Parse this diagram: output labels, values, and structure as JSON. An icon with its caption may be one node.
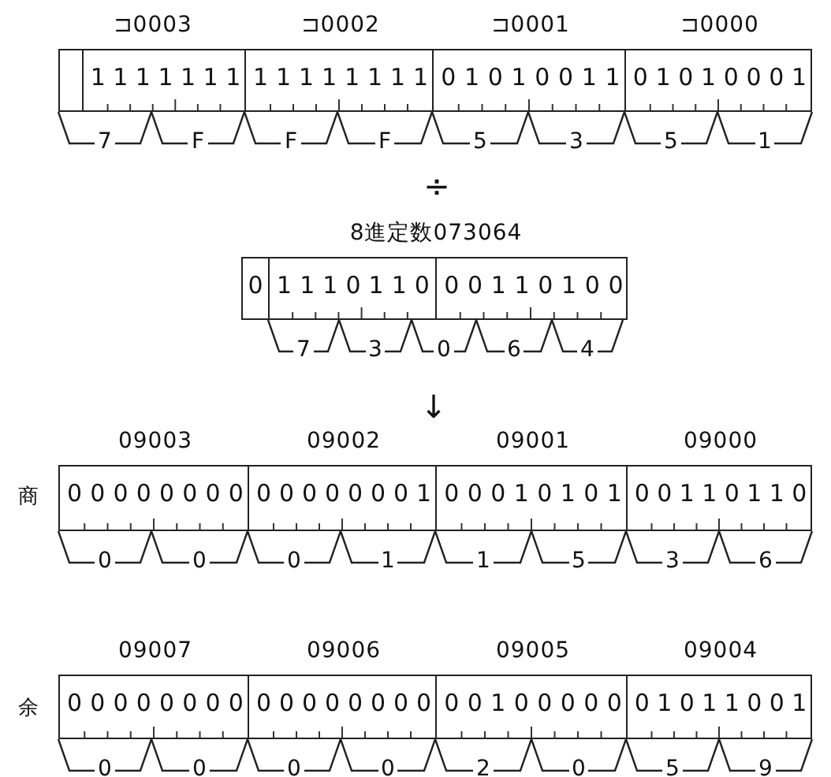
{
  "diagram": {
    "nodes": [
      {
        "text": [],
        "shape": "box"
      },
      {
        "text": [
          "⊐0003",
          "1111111"
        ]
      },
      {
        "text": [
          "⊐0002",
          "11111111"
        ]
      },
      {
        "text": [
          "⊐0001",
          "01010011"
        ]
      },
      {
        "text": [
          "⊐0000",
          "01010001"
        ]
      },
      {
        "text": [
          "8進定数073064"
        ]
      },
      {
        "text": [
          "0"
        ],
        "in": 5
      },
      {
        "text": [
          "1110110"
        ],
        "in": 5
      },
      {
        "text": [
          "00110100"
        ],
        "in": 5
      },
      {
        "text": [
          "09003",
          "00000000"
        ]
      },
      {
        "text": [
          "09002",
          "00000001"
        ]
      },
      {
        "text": [
          "09001",
          "00010101"
        ]
      },
      {
        "text": [
          "09000",
          "00110110"
        ]
      },
      {
        "text": [
          "09007",
          "00000000"
        ]
      },
      {
        "text": [
          "09006",
          "00000000"
        ]
      },
      {
        "text": [
          "09005",
          "00100000"
        ]
      },
      {
        "text": [
          "09004",
          "01011001"
        ]
      }
    ],
    "labels": [
      "7",
      "F",
      "F",
      "F",
      "5",
      "3",
      "5",
      "1",
      "÷",
      "7",
      "3",
      "0",
      "6",
      "4",
      "↓",
      "商",
      "0",
      "0",
      "0",
      "1",
      "1",
      "5",
      "3",
      "6",
      "余",
      "0",
      "0",
      "0",
      "0",
      "2",
      "0",
      "5",
      "9"
    ]
  }
}
